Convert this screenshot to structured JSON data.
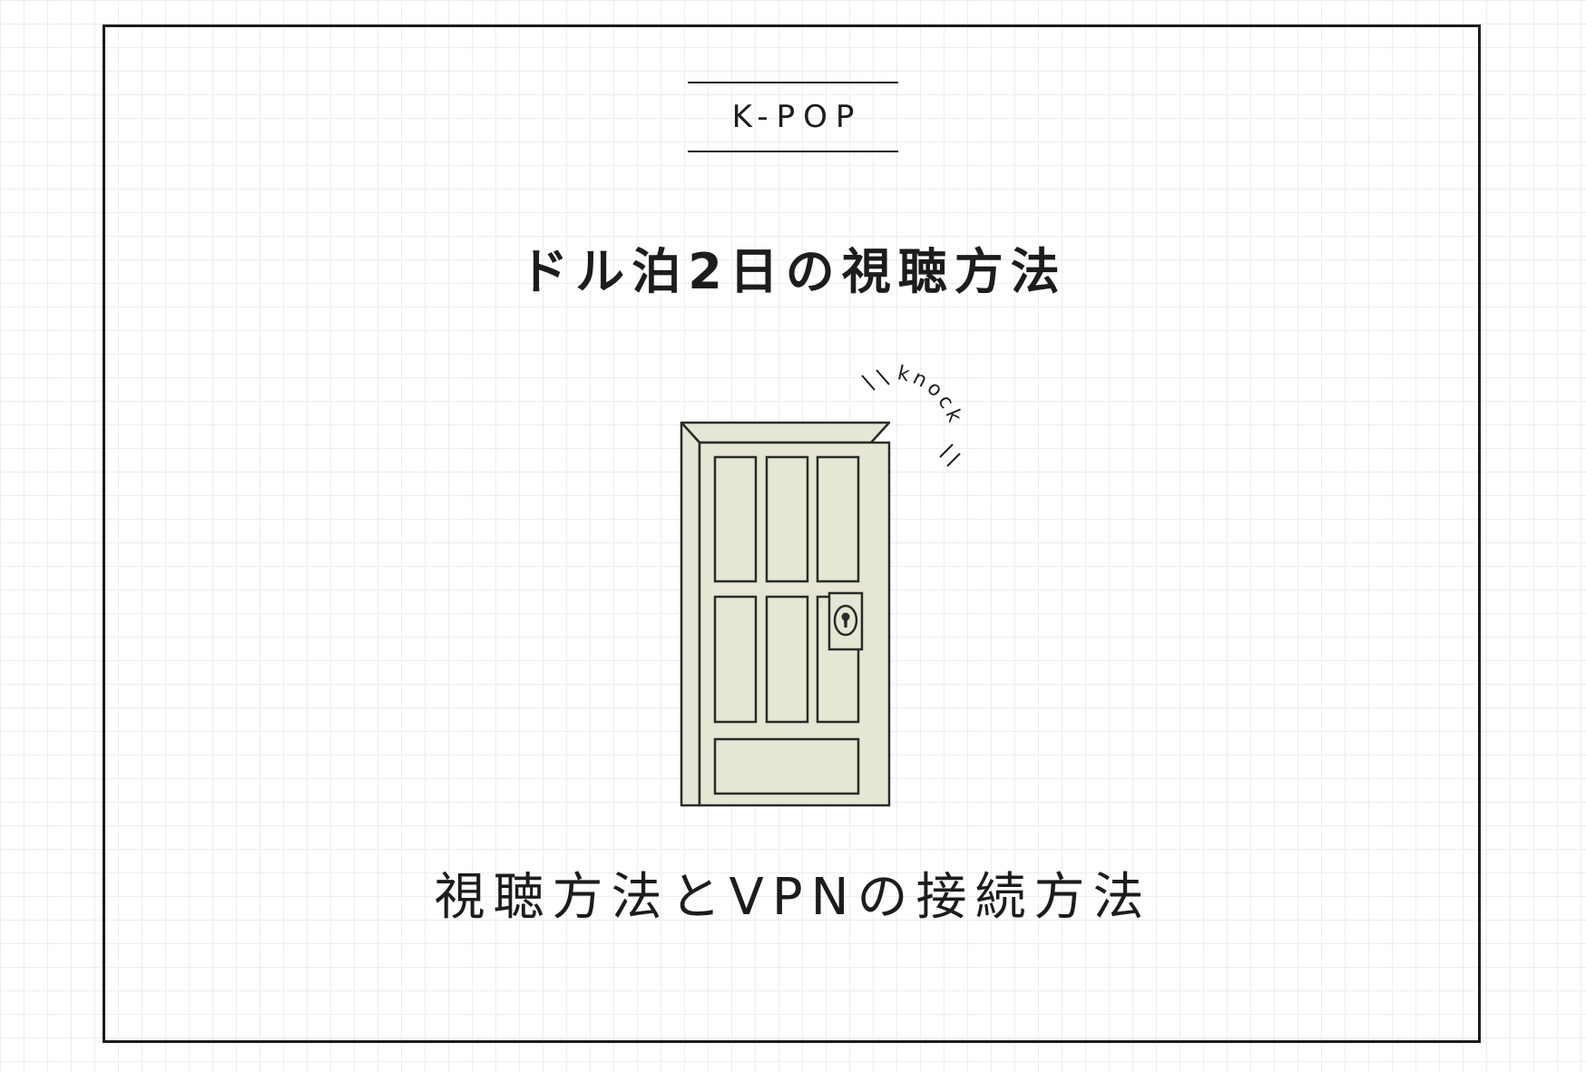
{
  "category": "K-POP",
  "title": "ドル泊2日の視聴方法",
  "subtitle": "視聴方法とVPNの接続方法",
  "illustration": {
    "knock_text": "knock",
    "door_color": "#e6e6d4",
    "line_color": "#2a2a2a"
  }
}
